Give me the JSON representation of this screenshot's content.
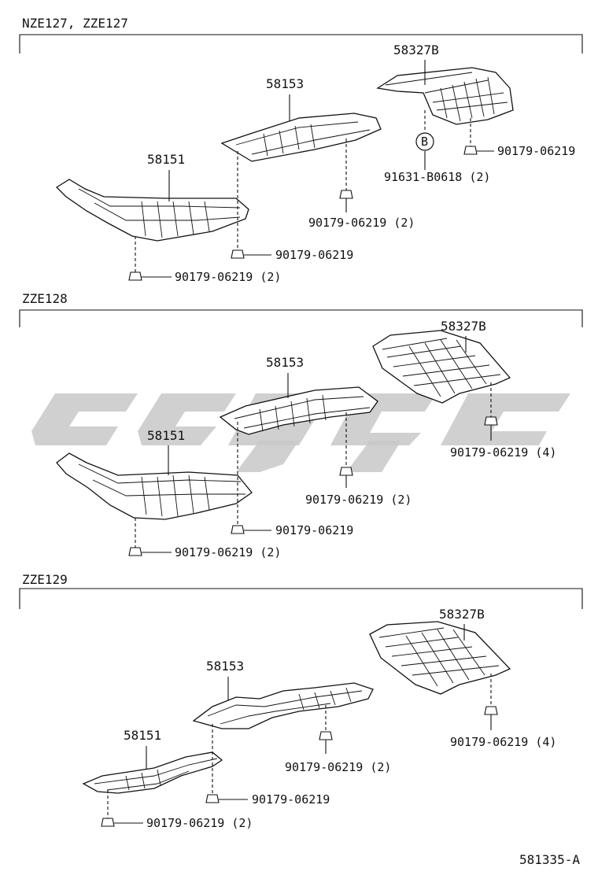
{
  "sections": [
    {
      "title": "NZE127, ZZE127",
      "parts": {
        "p1": "58151",
        "p2": "58153",
        "p3": "58327B"
      },
      "callouts": {
        "c1": "90179-06219 (2)",
        "c2": "90179-06219",
        "c3": "90179-06219 (2)",
        "c4": "90179-06219",
        "c5": "91631-B0618 (2)",
        "marker": "B"
      }
    },
    {
      "title": "ZZE128",
      "parts": {
        "p1": "58151",
        "p2": "58153",
        "p3": "58327B"
      },
      "callouts": {
        "c1": "90179-06219 (2)",
        "c2": "90179-06219",
        "c3": "90179-06219 (2)",
        "c4": "90179-06219 (4)"
      }
    },
    {
      "title": "ZZE129",
      "parts": {
        "p1": "58151",
        "p2": "58153",
        "p3": "58327B"
      },
      "callouts": {
        "c1": "90179-06219 (2)",
        "c2": "90179-06219",
        "c3": "90179-06219 (2)",
        "c4": "90179-06219 (4)"
      }
    }
  ],
  "figure_code": "581335-A",
  "colors": {
    "line": "#111111",
    "watermark": "#c8c8c8",
    "background": "#ffffff"
  },
  "icons": {
    "bolt": "flange-nut-icon",
    "marker": "circled-letter-icon"
  }
}
